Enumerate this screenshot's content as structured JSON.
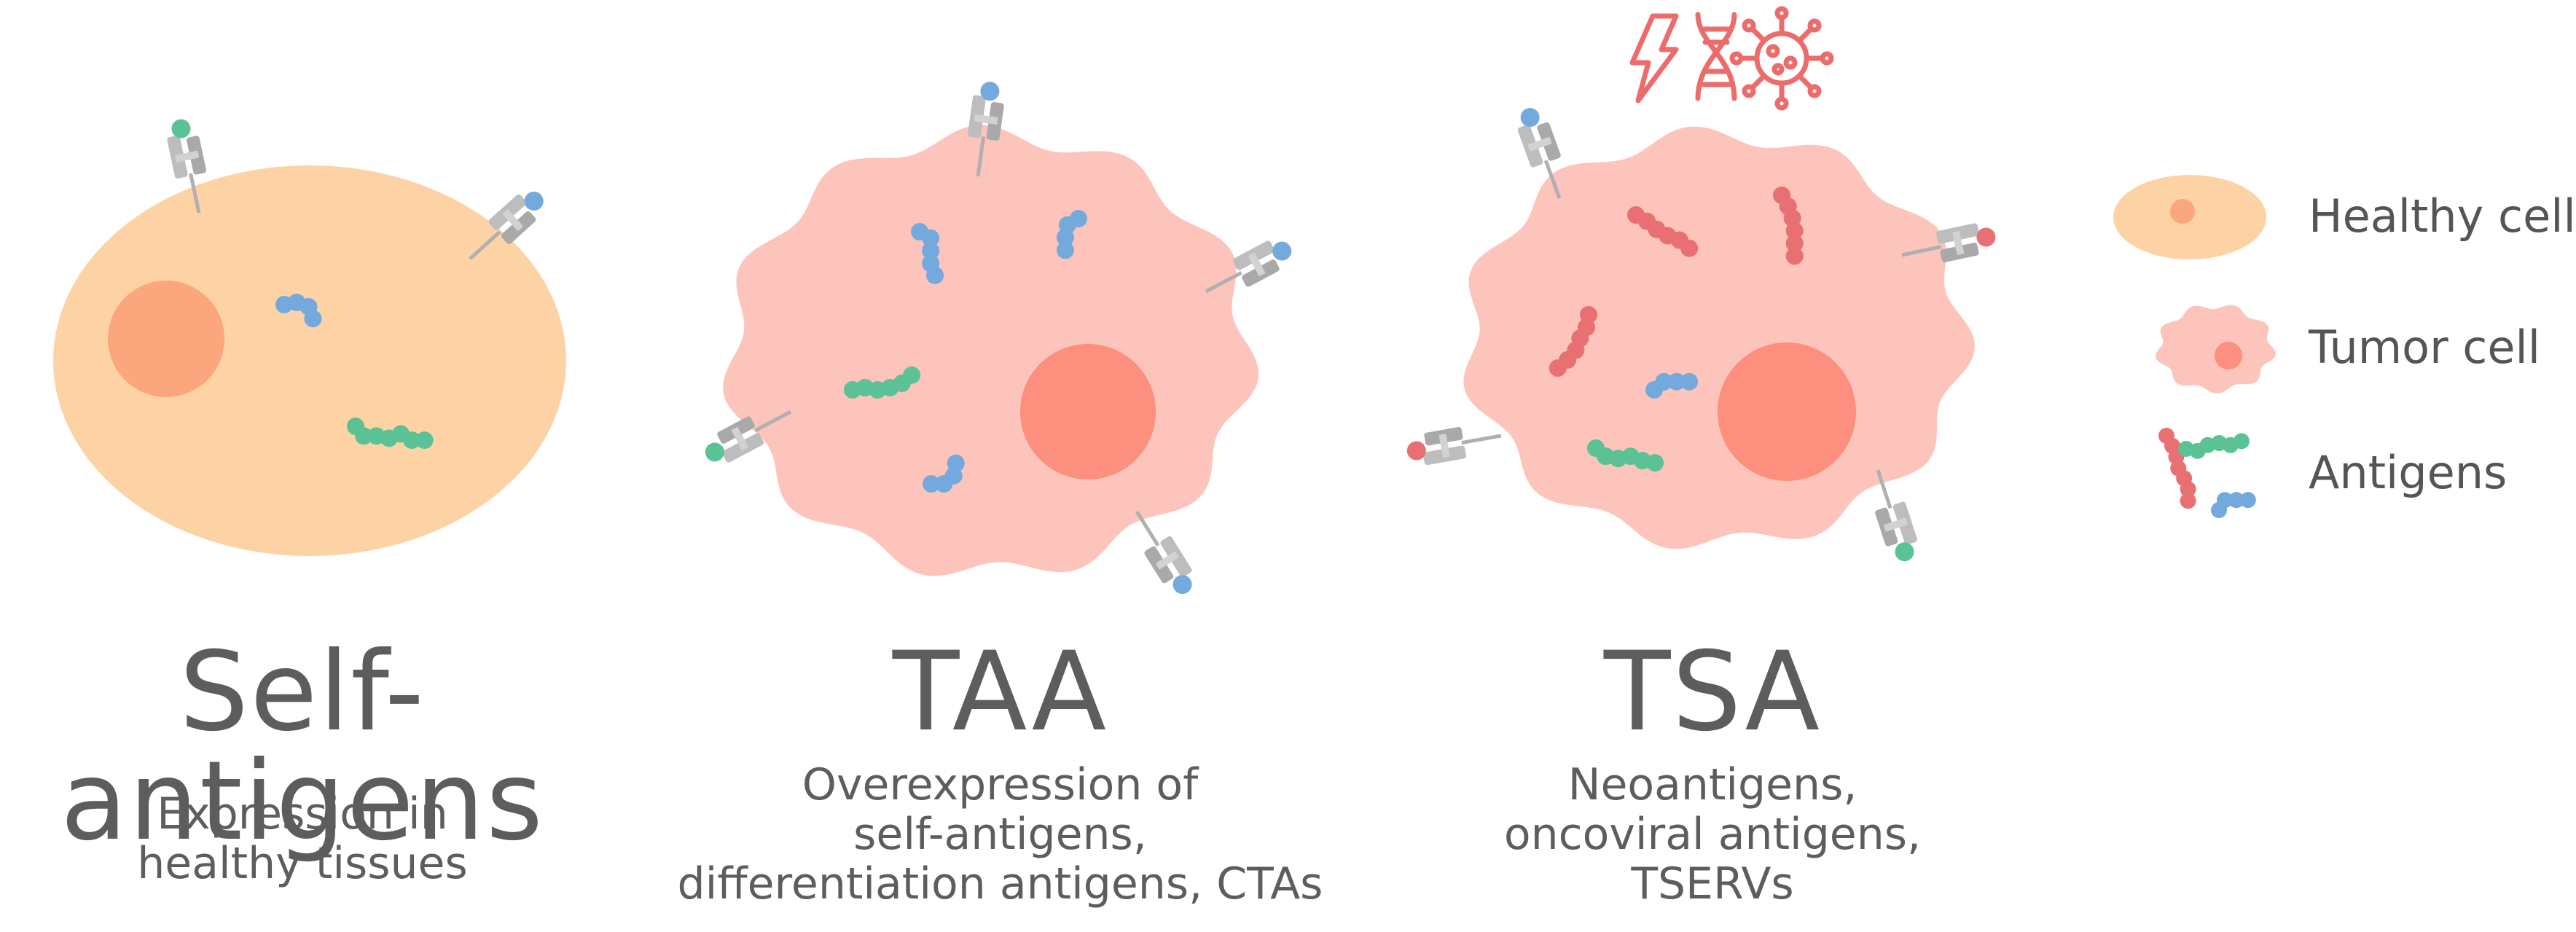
{
  "panels": [
    {
      "title": "Self-antigens",
      "description": [
        "Expression in",
        "healthy tissues"
      ]
    },
    {
      "title": "TAA",
      "description": [
        "Overexpression of",
        "self-antigens,",
        "differentiation antigens, CTAs"
      ]
    },
    {
      "title": "TSA",
      "description": [
        "Neoantigens,",
        "oncoviral antigens,",
        "TSERVs"
      ]
    }
  ],
  "legend": {
    "healthy_cell": "Healthy cell",
    "tumor_cell": "Tumor cell",
    "antigens": "Antigens"
  },
  "stressor_icons": [
    "lightning-icon",
    "dna-icon",
    "virus-icon"
  ],
  "colors": {
    "healthy_cell": "#fdd3a5",
    "healthy_nucleus": "#fba67c",
    "tumor_cell": "#fcc4ba",
    "tumor_nucleus": "#fc8f7d",
    "antigen_blue": "#73a9dd",
    "antigen_green": "#5bc295",
    "antigen_red": "#e86f72",
    "receptor_gray": "#b9b9b9",
    "icon_red": "#ec6c6c",
    "text": "#5d5d5d"
  }
}
